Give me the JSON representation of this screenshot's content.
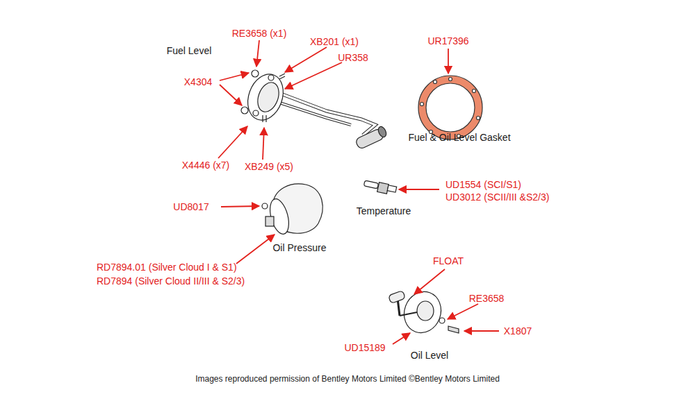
{
  "diagram": {
    "caption": "Images reproduced permission of Bentley Motors Limited ©Bentley Motors Limited",
    "labels": [
      "RE3658 (x1)",
      "XB201 (x1)",
      "Fuel Level",
      "UR358",
      "UR17396",
      "X4304",
      "Fuel & Oil Level Gasket",
      "X4446 (x7)",
      "XB249 (x5)",
      "UD1554 (SCI/S1)",
      "UD3012 (SCII/III &S2/3)",
      "Temperature",
      "UD8017",
      "Oil Pressure",
      "RD7894.01 (Silver Cloud I & S1)",
      "RD7894 (Silver Cloud II/III & S2/3)",
      "FLOAT",
      "RE3658",
      "X1807",
      "UD15189",
      "Oil Level"
    ]
  }
}
